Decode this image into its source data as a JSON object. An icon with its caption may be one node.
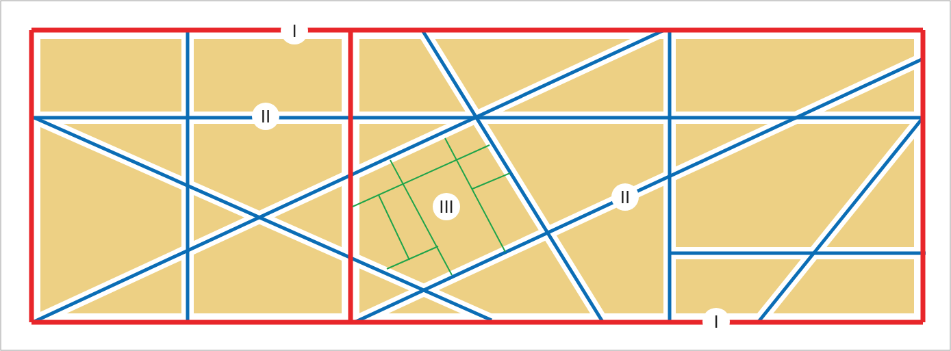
{
  "diagram": {
    "labels": [
      "I",
      "II",
      "III",
      "II",
      "I"
    ]
  }
}
